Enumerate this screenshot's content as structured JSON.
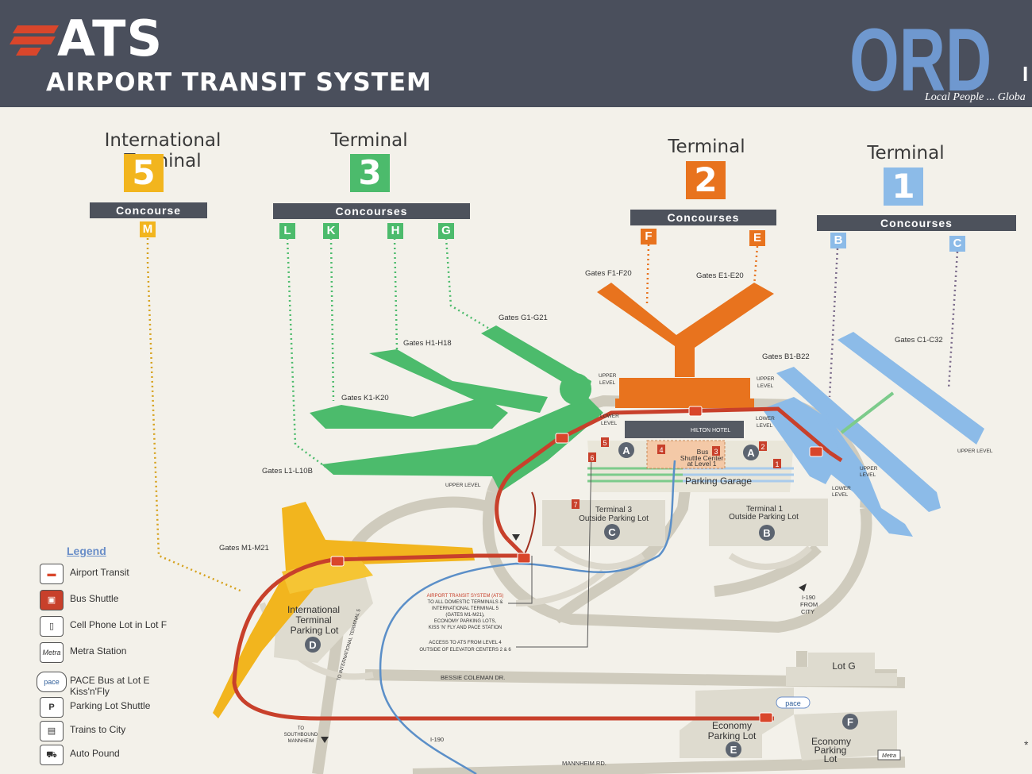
{
  "header": {
    "logo_text": "ATS",
    "subtitle": "AIRPORT TRANSIT SYSTEM",
    "airport_code": "ORD",
    "tagline": "Local People ... Globa",
    "edge_glyph": "I",
    "colors": {
      "header_bg": "#4a4f5c",
      "logo_red": "#d9462b",
      "ord_blue": "#6f98cf"
    }
  },
  "terminals": [
    {
      "title": "International Terminal",
      "number": "5",
      "color": "#f2b51e",
      "concourse_bar": "Concourse",
      "concourses": [
        "M"
      ]
    },
    {
      "title": "Terminal",
      "number": "3",
      "color": "#4cbb6c",
      "concourse_bar": "Concourses",
      "concourses": [
        "L",
        "K",
        "H",
        "G"
      ]
    },
    {
      "title": "Terminal",
      "number": "2",
      "color": "#e8731e",
      "concourse_bar": "Concourses",
      "concourses": [
        "F",
        "E"
      ]
    },
    {
      "title": "Terminal",
      "number": "1",
      "color": "#8cbbe8",
      "concourse_bar": "Concourses",
      "concourses": [
        "B",
        "C"
      ]
    }
  ],
  "gates": {
    "f": "Gates F1-F20",
    "e": "Gates E1-E20",
    "g": "Gates G1-G21",
    "h": "Gates H1-H18",
    "k": "Gates K1-K20",
    "l": "Gates L1-L10B",
    "b": "Gates B1-B22",
    "c": "Gates C1-C32",
    "m": "Gates M1-M21"
  },
  "map_labels": {
    "upper_level": "UPPER LEVEL",
    "upper": "UPPER",
    "lower": "LOWER",
    "level": "LEVEL",
    "hilton": "HILTON HOTEL",
    "bus_shuttle_center": [
      "Bus",
      "Shuttle Center",
      "at Level 1"
    ],
    "parking_garage": "Parking Garage",
    "t3_lot": [
      "Terminal 3",
      "Outside Parking Lot"
    ],
    "t1_lot": [
      "Terminal 1",
      "Outside Parking Lot"
    ],
    "intl_lot": [
      "International",
      "Terminal",
      "Parking Lot"
    ],
    "lot_g": "Lot G",
    "economy_lot_e": [
      "Economy",
      "Parking Lot"
    ],
    "economy_lot_f": [
      "Economy",
      "Parking",
      "Lot"
    ],
    "bessie": "BESSIE COLEMAN DR.",
    "mannheim": "MANNHEIM RD.",
    "i190": "I-190",
    "i190_from_city": [
      "I-190",
      "FROM",
      "CITY"
    ],
    "to_southbound": [
      "TO",
      "SOUTHBOUND",
      "MANNHEIM"
    ],
    "to_intl": "TO INTERNATIONAL TERMINAL 5",
    "pace": "pace",
    "metra": "Metra",
    "ats_note": [
      "AIRPORT TRANSIT SYSTEM (ATS)",
      "TO ALL DOMESTIC TERMINALS &",
      "INTERNATIONAL TERMINAL 5",
      "(GATES M1-M21),",
      "ECONOMY PARKING LOTS,",
      "KISS 'N' FLY AND PACE STATION"
    ],
    "access_note": [
      "ACCESS TO ATS FROM LEVEL 4",
      "OUTSIDE OF ELEVATOR CENTERS 2 & 6"
    ],
    "lot_letters": {
      "A": "A",
      "B": "B",
      "C": "C",
      "D": "D",
      "E": "E",
      "F": "F"
    },
    "elevators": [
      "1",
      "2",
      "3",
      "4",
      "5",
      "6",
      "7"
    ]
  },
  "legend": {
    "title": "Legend",
    "items": [
      {
        "icon": "train-icon",
        "glyph": "▬",
        "label": "Airport Transit"
      },
      {
        "icon": "bus-icon",
        "glyph": "▣",
        "label": "Bus Shuttle"
      },
      {
        "icon": "phone-icon",
        "glyph": "▯",
        "label": "Cell Phone Lot in Lot F"
      },
      {
        "icon": "metra-icon",
        "glyph": "Metra",
        "label": "Metra Station"
      },
      {
        "icon": "pace-icon",
        "glyph": "pace",
        "label": "PACE Bus at Lot E\nKiss'n'Fly"
      },
      {
        "icon": "parking-shuttle-icon",
        "glyph": "P",
        "label": "Parking Lot Shuttle"
      },
      {
        "icon": "train-city-icon",
        "glyph": "▤",
        "label": "Trains to City"
      },
      {
        "icon": "tow-icon",
        "glyph": "⛟",
        "label": "Auto Pound"
      }
    ]
  },
  "footer_mark": "*"
}
